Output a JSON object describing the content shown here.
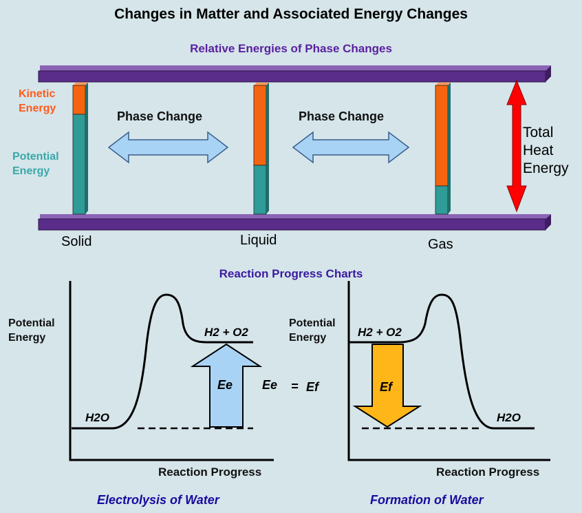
{
  "title": "Changes in Matter and Associated Energy Changes",
  "section1": {
    "title": "Relative Energies of Phase Changes",
    "kinetic_label": [
      "Kinetic",
      "Energy"
    ],
    "potential_label": [
      "Potential",
      "Energy"
    ],
    "phase_change_left": "Phase Change",
    "phase_change_right": "Phase Change",
    "total_heat": [
      "Total",
      "Heat",
      "Energy"
    ],
    "states": [
      "Solid",
      "Liquid",
      "Gas"
    ],
    "colors": {
      "kinetic": "#f5650f",
      "potential": "#2f9c98",
      "bar": "#5a2d8a",
      "phase_arrow": "#a9d3f5",
      "total_arrow": "#ff0000"
    }
  },
  "section2": {
    "title": "Reaction Progress Charts",
    "left_chart": {
      "y_label": [
        "Potential",
        "Energy"
      ],
      "x_label": "Reaction Progress",
      "start_label": "H2O",
      "end_label": "H2 + O2",
      "arrow_label": "Ee",
      "caption": "Electrolysis of Water",
      "arrow_color": "#a9d3f5"
    },
    "equation": {
      "left": "Ee",
      "equals": "=",
      "right": "Ef"
    },
    "right_chart": {
      "y_label": [
        "Potential",
        "Energy"
      ],
      "x_label": "Reaction Progress",
      "start_label": "H2 + O2",
      "end_label": "H2O",
      "arrow_label": "Ef",
      "caption": "Formation of Water",
      "arrow_color": "#ffb619"
    }
  }
}
